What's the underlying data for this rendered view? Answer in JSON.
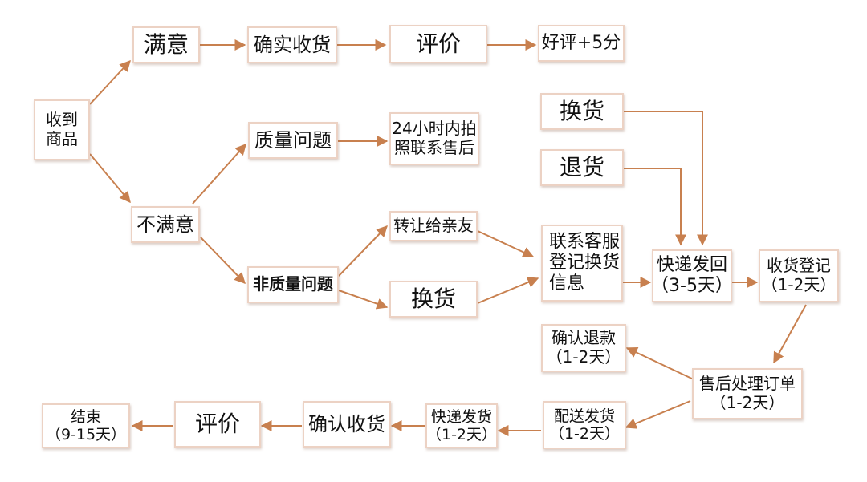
{
  "diagram": {
    "arrow_color": "#c8804f",
    "border_color": "#ecd2c4",
    "nodes": {
      "receive": [
        "收到",
        "商品"
      ],
      "satisfied": "满意",
      "confirm_receipt_1": "确实收货",
      "review_1": "评价",
      "good_review": "好评+5分",
      "quality_issue": "质量问题",
      "photo_contact": [
        "24小时内拍",
        "照联系售后"
      ],
      "unsatisfied": "不满意",
      "non_quality_issue": "非质量问题",
      "transfer": "转让给亲友",
      "exchange_small": "换货",
      "contact_cs": [
        "联系客服",
        "登记换货",
        "信息"
      ],
      "exchange_top": "换货",
      "return_goods": "退货",
      "express_return": [
        "快递发回",
        "（3-5天）"
      ],
      "receipt_register": [
        "收货登记",
        "（1-2天）"
      ],
      "after_sales": [
        "售后处理订单",
        "（1-2天）"
      ],
      "confirm_refund": [
        "确认退款",
        "（1-2天）"
      ],
      "dispatch": [
        "配送发货",
        "（1-2天）"
      ],
      "express_ship": [
        "快递发货",
        "（1-2天）"
      ],
      "confirm_receipt_2": "确认收货",
      "review_2": "评价",
      "end": [
        "结束",
        "（9-15天）"
      ]
    }
  }
}
